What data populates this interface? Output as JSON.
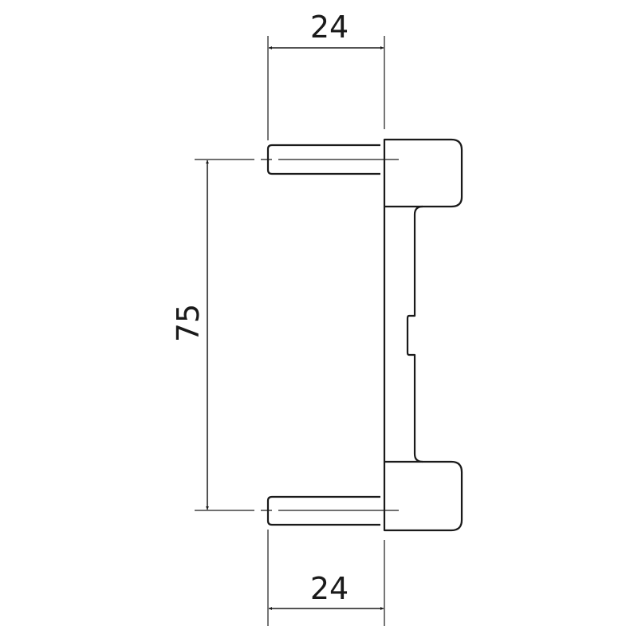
{
  "drawing": {
    "dimensions": {
      "top_width": "24",
      "bottom_width": "24",
      "pin_spacing": "75"
    },
    "line_color": "#1a1a1a",
    "background": "#ffffff"
  }
}
